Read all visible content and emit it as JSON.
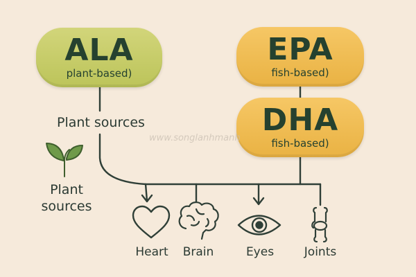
{
  "boxes": {
    "ala": {
      "title": "ALA",
      "subtitle": "plant-based)"
    },
    "epa": {
      "title": "EPA",
      "subtitle": "fish-based)"
    },
    "dha": {
      "title": "DHA",
      "subtitle": "fish-based)"
    }
  },
  "labels": {
    "plant_sources_1": "Plant sources",
    "plant_sources_2_line1": "Plant",
    "plant_sources_2_line2": "sources"
  },
  "organs": [
    {
      "label": "Heart",
      "icon": "heart-icon"
    },
    {
      "label": "Brain",
      "icon": "brain-icon"
    },
    {
      "label": "Eyes",
      "icon": "eye-icon"
    },
    {
      "label": "Joints",
      "icon": "joint-icon"
    }
  ],
  "watermark": "www.songlanhmanh",
  "colors": {
    "ala_fill": "#c6cc66",
    "epa_fill": "#efbb52",
    "dha_fill": "#efbb52",
    "line": "#2f3f37",
    "sprout": "#4f7a3a",
    "background": "#f6eadb"
  }
}
